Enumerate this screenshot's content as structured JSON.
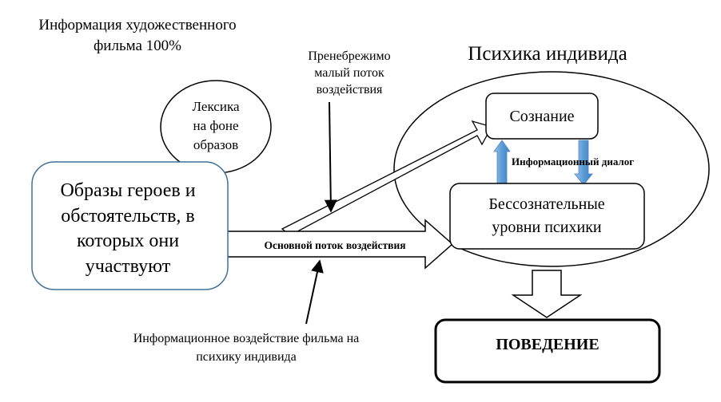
{
  "labels": {
    "film_info_line1": "Информация художественного",
    "film_info_line2": "фильма 100%",
    "negligible_line1": "Пренебрежимо",
    "negligible_line2": "малый поток",
    "negligible_line3": "воздействия",
    "psyche_title": "Психика индивида",
    "lexicon_line1": "Лексика",
    "lexicon_line2": "на фоне",
    "lexicon_line3": "образов",
    "consciousness": "Сознание",
    "info_dialog": "Информационный диалог",
    "images_line1": "Образы героев и",
    "images_line2": "обстоятельств, в",
    "images_line3": "которых они",
    "images_line4": "участвуют",
    "main_flow": "Основной поток воздействия",
    "unconscious_line1": "Бессознательные",
    "unconscious_line2": "уровни психики",
    "film_effect_line1": "Информационное воздействие фильма на",
    "film_effect_line2": "психику индивида",
    "behavior": "ПОВЕДЕНИЕ"
  },
  "colors": {
    "stroke": "#000000",
    "images_box_border": "#41719c",
    "dialog_arrow": "#5b9bd5"
  }
}
